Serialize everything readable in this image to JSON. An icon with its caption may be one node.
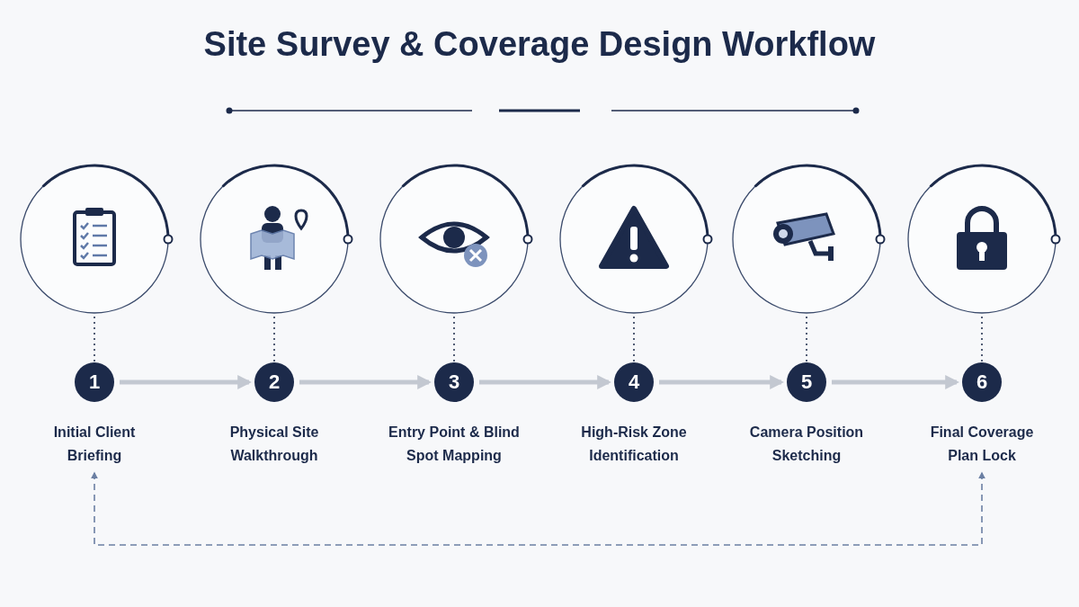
{
  "diagram": {
    "title": "Site Survey & Coverage Design Workflow",
    "nodes": [
      {
        "text": [],
        "shape": "circle"
      },
      {
        "text": [],
        "shape": "circle"
      },
      {
        "text": [],
        "shape": "circle"
      },
      {
        "text": [],
        "shape": "circle"
      },
      {
        "text": [],
        "shape": "circle"
      },
      {
        "text": [],
        "shape": "circle"
      },
      {
        "text": [
          "1"
        ]
      },
      {
        "text": [
          "2"
        ]
      },
      {
        "text": [
          "3"
        ]
      },
      {
        "text": [
          "4"
        ]
      },
      {
        "text": [
          "5"
        ]
      },
      {
        "text": [
          "6"
        ]
      },
      {
        "text": [
          "Initial Client Briefing"
        ]
      },
      {
        "text": [
          "Physical Site Walkthrough"
        ]
      },
      {
        "text": [
          "Entry Point & Blind Spot Mapping"
        ]
      },
      {
        "text": [
          "High-Risk Zone Identification"
        ]
      },
      {
        "text": [
          "Camera Position Sketching"
        ]
      },
      {
        "text": [
          "Final Coverage Plan Lock"
        ]
      }
    ],
    "edges": [
      {
        "from": 0,
        "to": 6,
        "arrow": "none",
        "style": "dashed"
      },
      {
        "from": 1,
        "to": 7,
        "arrow": "none",
        "style": "dashed"
      },
      {
        "from": 2,
        "to": 8,
        "arrow": "none",
        "style": "dashed"
      },
      {
        "from": 3,
        "to": 9,
        "arrow": "none",
        "style": "dashed"
      },
      {
        "from": 4,
        "to": 10,
        "arrow": "none",
        "style": "dashed"
      },
      {
        "from": 5,
        "to": 11,
        "arrow": "none",
        "style": "dashed"
      },
      {
        "from": 6,
        "to": 7,
        "arrow": "to",
        "style": "thick",
        "color": "#c3c8d1"
      },
      {
        "from": 7,
        "to": 8,
        "arrow": "to",
        "style": "thick",
        "color": "#c3c8d1"
      },
      {
        "from": 8,
        "to": 9,
        "arrow": "to",
        "style": "thick",
        "color": "#c3c8d1"
      },
      {
        "from": 9,
        "to": 10,
        "arrow": "to",
        "style": "thick",
        "color": "#c3c8d1"
      },
      {
        "from": 10,
        "to": 11,
        "arrow": "to",
        "style": "thick",
        "color": "#c3c8d1"
      },
      {
        "from": 12,
        "to": 17,
        "arrow": "both",
        "style": "dashed",
        "color": "#6b7fa3"
      }
    ]
  }
}
